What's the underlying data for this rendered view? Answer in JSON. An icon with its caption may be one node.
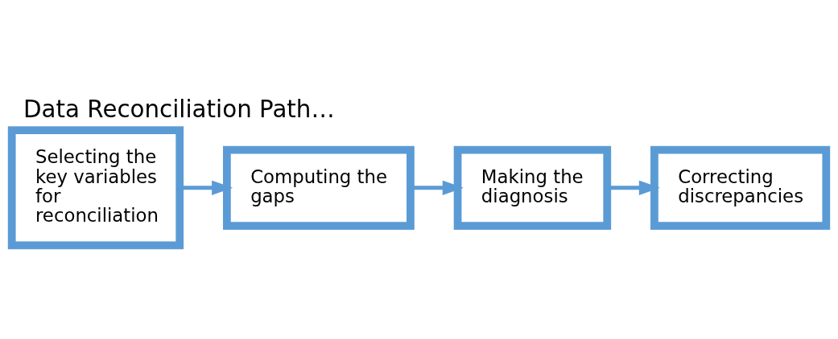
{
  "diagram": {
    "title": "Data Reconciliation Path…",
    "nodes": [
      {
        "text": [
          "Selecting the key variables for reconciliation"
        ]
      },
      {
        "text": [
          "Computing the gaps"
        ]
      },
      {
        "text": [
          "Making the diagnosis"
        ]
      },
      {
        "text": [
          "Correcting discrepancies"
        ]
      }
    ],
    "edges": [
      {
        "from": 0,
        "to": 1,
        "arrow": "to"
      },
      {
        "from": 1,
        "to": 2,
        "arrow": "to"
      },
      {
        "from": 2,
        "to": 3,
        "arrow": "to"
      }
    ]
  }
}
